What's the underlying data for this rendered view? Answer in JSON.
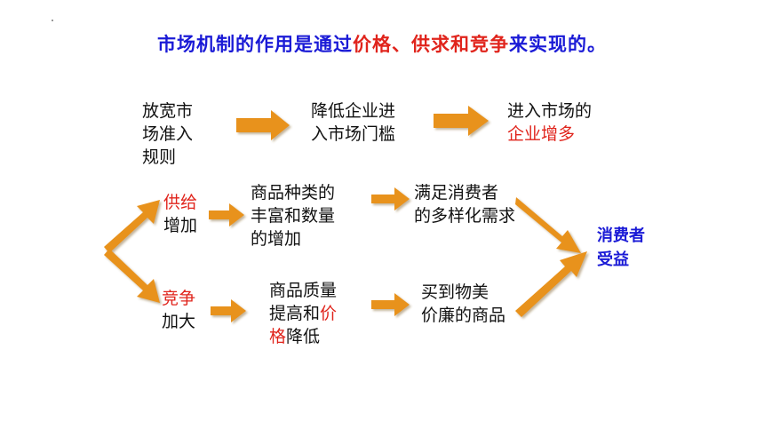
{
  "title": {
    "part1": "市场机制的作用是通过",
    "part2": "价格、供求和竞争",
    "part3": "来实现的。"
  },
  "row1": {
    "box1": [
      "放宽市",
      "场准入",
      "规则"
    ],
    "box2": [
      "降低企业进",
      "入市场门槛"
    ],
    "box3_line1": "进入市场的",
    "box3_line2": "企业增多"
  },
  "supply": {
    "label_red": "供给",
    "label_black": "增加",
    "box1": [
      "商品种类的",
      "丰富和数量",
      "的增加"
    ],
    "box2": [
      "满足消费者",
      "的多样化需求"
    ]
  },
  "competition": {
    "label_red": "竞争",
    "label_black": "加大",
    "box1_line1": "商品质量",
    "box1_line2a": "提高和",
    "box1_line2b": "价",
    "box1_line3a": "格",
    "box1_line3b": "降低",
    "box2": [
      "买到物美",
      "价廉的商品"
    ]
  },
  "result": [
    "消费者",
    "受益"
  ],
  "colors": {
    "arrow": "#e8921c",
    "title_blue": "#1a1ad6",
    "emphasis_red": "#e0241c"
  }
}
